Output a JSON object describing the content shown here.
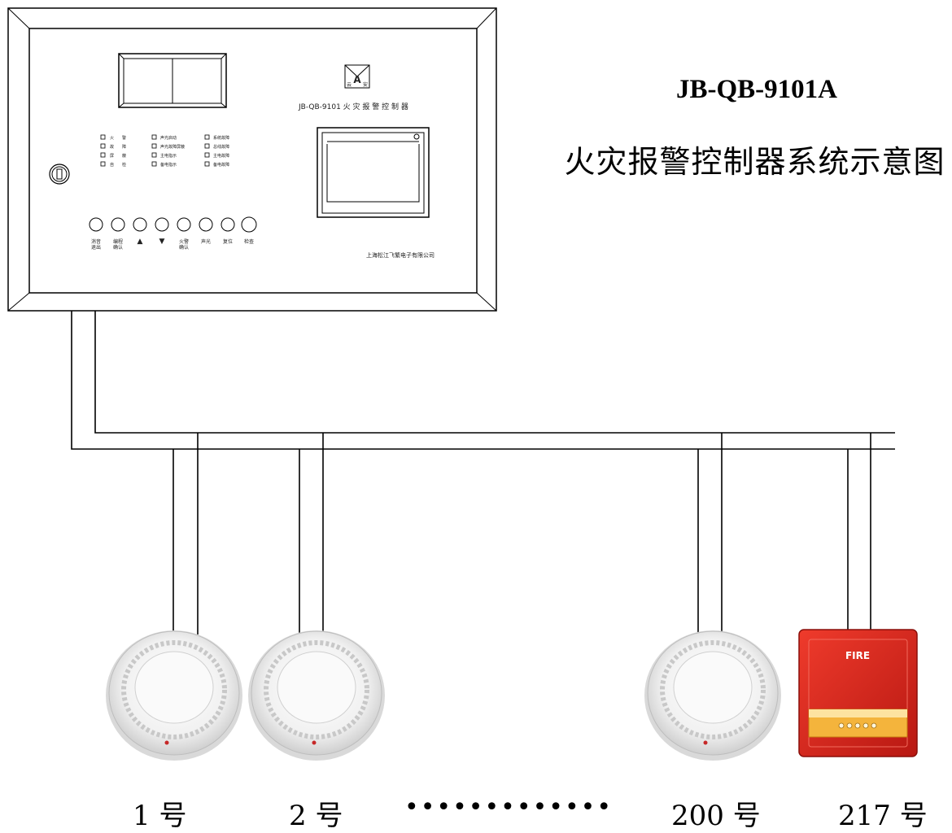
{
  "header": {
    "model": "JB-QB-9101A",
    "description": "火灾报警控制器系统示意图"
  },
  "panel": {
    "logo_chars": [
      "A",
      "云",
      "安"
    ],
    "nameplate": "JB-QB-9101  火 灾 报 警 控 制 器",
    "manufacturer": "上海松江飞繁电子有限公司",
    "indicators_col1": [
      "火　　警",
      "故　　障",
      "屏　　蔽",
      "自　　检"
    ],
    "indicators_col2": [
      "声光启动",
      "声光故障屏蔽",
      "主电指示",
      "备电指示"
    ],
    "indicators_col3": [
      "系统故障",
      "总线故障",
      "主电故障",
      "备电故障"
    ],
    "buttons": [
      "消音\n退出",
      "编程\n确认",
      "▲",
      "▼",
      "火警\n确认",
      "声光",
      "复位",
      "检查"
    ]
  },
  "devices": {
    "labels": [
      "1 号",
      "2 号",
      "200 号",
      "217 号"
    ],
    "ellipsis": "•••••••••••••",
    "alarm_text": "FIRE"
  },
  "colors": {
    "line": "#000000",
    "alarm_red": "#d8251c",
    "detector": "#f2f2f2"
  }
}
